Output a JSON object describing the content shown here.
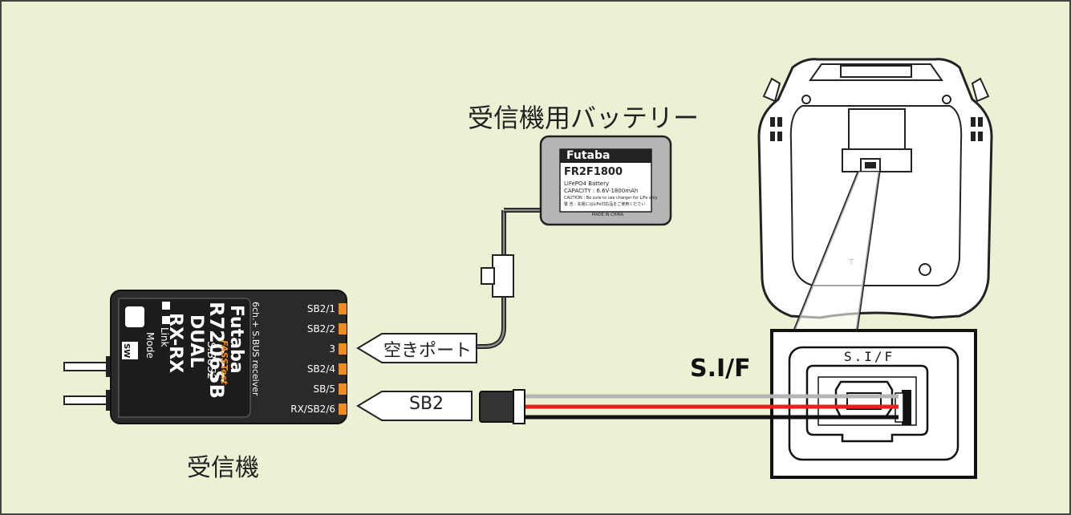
{
  "labels": {
    "battery_caption": "受信機用バッテリー",
    "receiver_caption": "受信機",
    "sif_caption": "S.I/F",
    "empty_port_tag": "空きポート",
    "sb2_tag": "SB2"
  },
  "battery": {
    "brand": "Futaba",
    "model": "FR2F1800",
    "chem": "LiFePO4 Battery",
    "capacity": "CAPACITY : 6.6V-1800mAh",
    "caution_en": "CAUTION : Be sure to use charger for LiFe only",
    "caution_jp": "警 告 : 充電にはLiFe対応品をご使用ください",
    "origin": "MADE IN CHINA"
  },
  "receiver": {
    "brand": "Futaba",
    "model": "R7206SB",
    "subtitle": "6ch.+ S.BUS receiver",
    "line1": "DUAL",
    "line2": "RX-RX",
    "bus": "S.BUS2",
    "fasst": "FASSTest",
    "link": "Link",
    "mode": "Mode",
    "sw": "SW",
    "ports": [
      "SB2/1",
      "SB2/2",
      "3",
      "SB2/4",
      "SB/5",
      "RX/SB2/6"
    ]
  },
  "transmitter": {
    "port_label": "S.I/F"
  },
  "colors": {
    "background": "#eaf2d3",
    "port_orange": "#f08c1e",
    "wire_red": "#e6201e",
    "wire_gray": "#b4b4b4",
    "wire_black": "#111111"
  }
}
